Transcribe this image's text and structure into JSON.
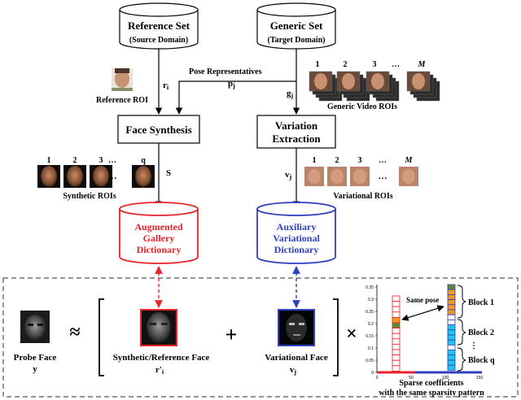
{
  "databases": {
    "reference": {
      "title": "Reference Set",
      "subtitle": "(Source Domain)"
    },
    "generic": {
      "title": "Generic Set",
      "subtitle": "(Target Domain)"
    },
    "augmented": {
      "line1": "Augmented",
      "line2": "Gallery",
      "line3": "Dictionary"
    },
    "auxiliary": {
      "line1": "Auxiliary",
      "line2": "Variational",
      "line3": "Dictionary"
    }
  },
  "blocks": {
    "face_synthesis": "Face Synthesis",
    "variation_line1": "Variation",
    "variation_line2": "Extraction"
  },
  "labels": {
    "r_i": "r",
    "r_i_sub": "i",
    "reference_roi": "Reference ROI",
    "pose_representatives": "Pose Representatives",
    "p_j": "p",
    "p_j_sub": "j",
    "g_j": "g",
    "g_j_sub": "j",
    "generic_video_rois": "Generic Video ROIs",
    "s": "S",
    "v_j": "v",
    "v_j_sub": "j",
    "synthetic_rois": "Synthetic ROIs",
    "variational_rois": "Variational ROIs",
    "probe_face": "Probe Face",
    "y": "y",
    "synthetic_reference_face": "Synthetic/Reference Face",
    "r_prime_i": "r'",
    "r_prime_i_sub": "i",
    "variational_face": "Variational Face",
    "v_j2": "v",
    "v_j2_sub": "j",
    "same_pose": "Same pose",
    "block1": "Block 1",
    "block2": "Block 2",
    "vdots": "⋮",
    "blockq": "Block q",
    "sparse1": "Sparse coefficients",
    "sparse2": "with the same sparsity pattern",
    "approx": "≈",
    "plus": "+",
    "times": "×"
  },
  "indices": {
    "synthetic": [
      "1",
      "2",
      "3",
      "…",
      "q"
    ],
    "generic": [
      "1",
      "2",
      "3",
      "…",
      "M"
    ],
    "variational": [
      "1",
      "2",
      "3",
      "…",
      "M"
    ]
  },
  "chart_axis": {
    "y_ticks": [
      "0.35",
      "0.3",
      "0.25",
      "0.2",
      "0.15",
      "0.1",
      "0.05",
      "0"
    ],
    "x_ticks": [
      "0",
      "50",
      "100",
      "150"
    ]
  },
  "colors": {
    "augmented": "#e8242a",
    "auxiliary": "#2f3fbf",
    "orange": "#f39a1e",
    "cyan": "#22c6e6",
    "green": "#5b8a3a",
    "skin": "#b07a5c"
  }
}
